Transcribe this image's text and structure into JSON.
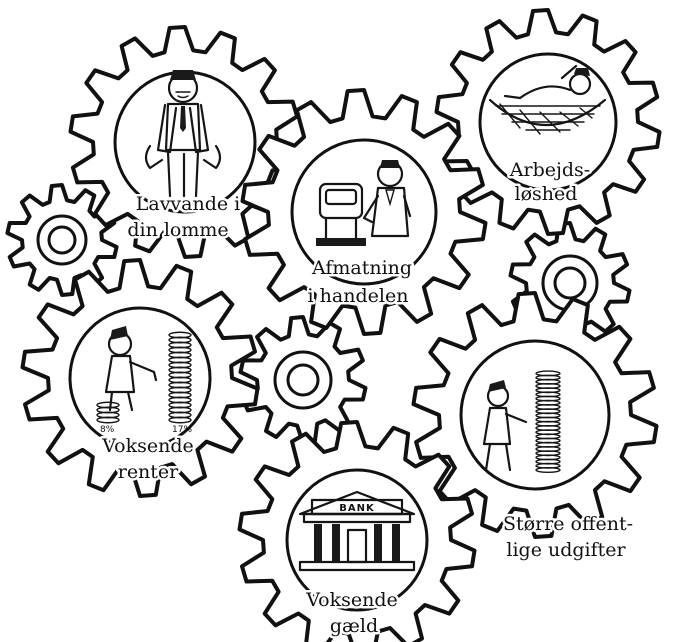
{
  "gears": {
    "pockets": {
      "line1": "Lavvande i",
      "line2": "din lomme"
    },
    "trade": {
      "line1": "Afmatning",
      "line2": "i handelen"
    },
    "unemployment": {
      "line1": "Arbejds-",
      "line2": "løshed"
    },
    "interest": {
      "line1": "Voksende",
      "line2": "renter",
      "rate_low": "8%",
      "rate_high": "17%"
    },
    "debt": {
      "line1": "Voksende",
      "line2": "gæld",
      "bank_sign": "BANK"
    },
    "spending": {
      "line1": "Større offent-",
      "line2": "lige udgifter"
    }
  }
}
